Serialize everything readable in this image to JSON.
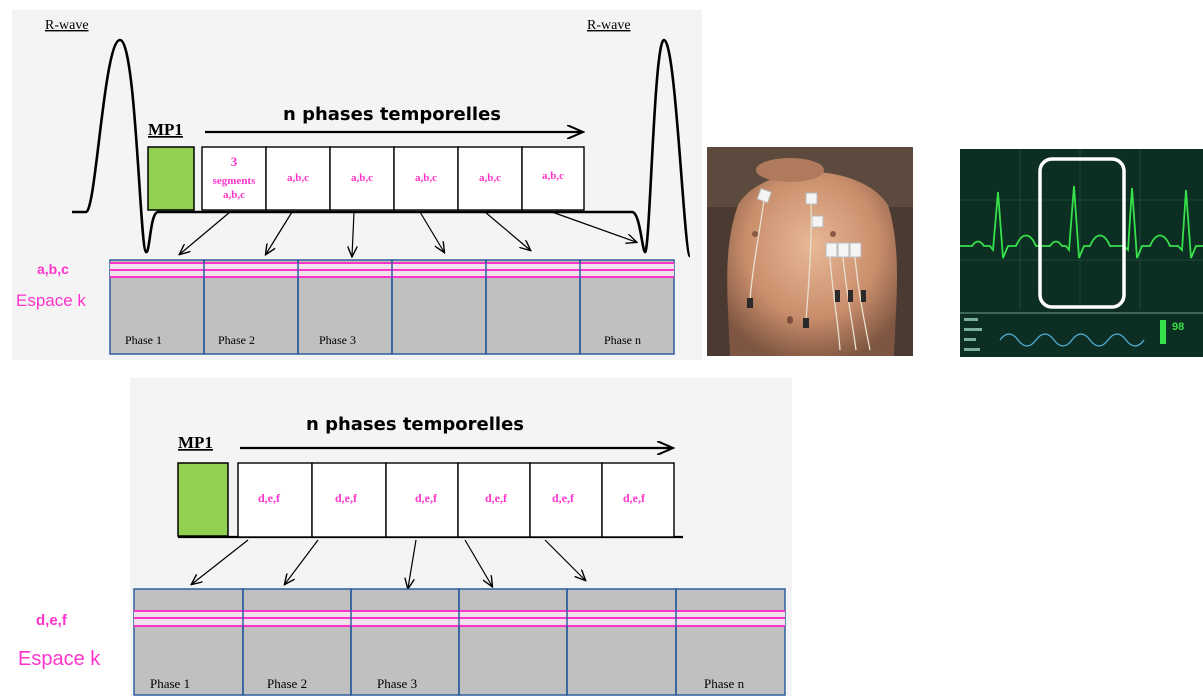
{
  "top_diagram": {
    "r_wave_left": "R-wave",
    "r_wave_right": "R-wave",
    "mp_label": "MP1",
    "title": "n phases temporelles",
    "segment_boxes": [
      {
        "line1": "3",
        "line2": "segments",
        "line3": "a,b,c"
      },
      {
        "label": "a,b,c"
      },
      {
        "label": "a,b,c"
      },
      {
        "label": "a,b,c"
      },
      {
        "label": "a,b,c"
      },
      {
        "label": "a,b,c"
      }
    ],
    "row_label": "a,b,c",
    "kspace_label": "Espace k",
    "phases": [
      "Phase 1",
      "Phase 2",
      "Phase 3",
      "",
      "",
      "Phase n"
    ]
  },
  "bottom_diagram": {
    "mp_label": "MP1",
    "title": "n phases temporelles",
    "segment_boxes": [
      "d,e,f",
      "d,e,f",
      "d,e,f",
      "d,e,f",
      "d,e,f",
      "d,e,f"
    ],
    "row_label": "d,e,f",
    "kspace_label": "Espace k",
    "phases": [
      "Phase 1",
      "Phase 2",
      "Phase 3",
      "",
      "",
      "Phase n"
    ]
  },
  "monitor": {
    "readout": "98"
  },
  "colors": {
    "magenta": "#ff33cc",
    "green_block": "#92d050",
    "kspace_fill": "#c0c0c0",
    "kspace_border": "#2e5e9e",
    "ecg_green": "#35e04a",
    "monitor_bg": "#0d2e22"
  }
}
